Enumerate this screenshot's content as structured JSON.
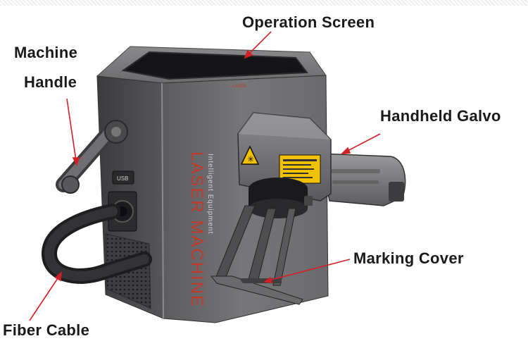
{
  "labels": {
    "operation_screen": "Operation Screen",
    "machine": "Machine",
    "handle": "Handle",
    "handheld_galvo": "Handheld Galvo",
    "marking_cover": "Marking Cover",
    "fiber_cable": "Fiber Cable"
  },
  "machine_text": {
    "brand": "LASER MACHINE",
    "subtitle": "Intelligent Equipment",
    "usb": "USB",
    "screen_brand": "LASER"
  },
  "colors": {
    "arrow": "#d31f26",
    "machine_body": "#6e6e70",
    "brand_text": "#c0392b",
    "warning_label": "#f2c200"
  }
}
